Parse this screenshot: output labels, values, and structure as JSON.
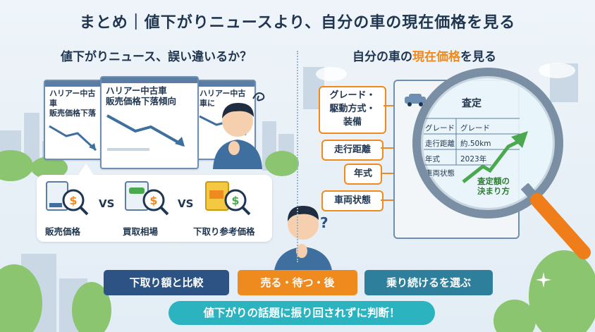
{
  "title": "まとめ｜値下がりニュースより、自分の車の現在価格を見る",
  "left": {
    "heading": "値下がりニュース、誤い違いるか？",
    "news_back_left": "ハリアー中古車\n販売価格下落",
    "news_front": "ハリアー中古車\n販売価格下落傾向",
    "news_back_right": "ハリアー中古車に",
    "price_types": [
      "販売価格",
      "買取相場",
      "下取り参考価格"
    ],
    "vs": "VS",
    "question_mark": "?"
  },
  "right": {
    "heading_prefix": "自分の車の",
    "heading_accent": "現在価格",
    "heading_suffix": "を見る",
    "tags": [
      "グレード・\n駆動方式・\n装備",
      "走行距離",
      "年式",
      "車両状態"
    ],
    "appraisal_title": "査定",
    "rows": [
      {
        "label": "グレード",
        "value": "グレード"
      },
      {
        "label": "走行距離",
        "value": "約.50km"
      },
      {
        "label": "年式",
        "value": "2023年"
      },
      {
        "label": "車両状態",
        "value": ""
      }
    ],
    "chart_caption": "査定額の\n決まり方"
  },
  "actions": [
    "下取り額と比較",
    "売る・待つ・後",
    "乗り続けるを選ぶ"
  ],
  "footer": "値下がりの話題に振り回されずに判断！",
  "colors": {
    "navy": "#2c5384",
    "orange": "#ef8a1e",
    "teal_btn": "#2d7f9c",
    "pill": "#2bb3c0",
    "green": "#4aa84f"
  }
}
